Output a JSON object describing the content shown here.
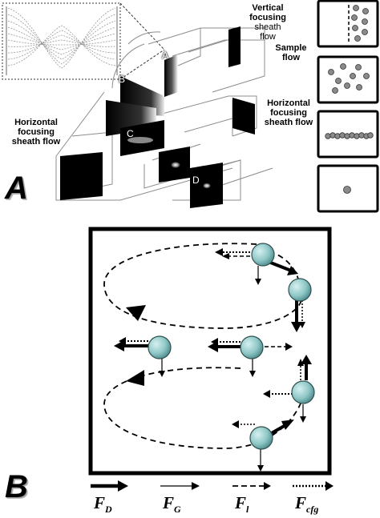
{
  "panel_a": {
    "letter": "A",
    "labels": {
      "vertical_sheath": [
        "Vertical",
        "focusing",
        "sheath",
        "flow"
      ],
      "sample_flow": [
        "Sample",
        "flow"
      ],
      "horizontal_sheath_left": [
        "Horizontal",
        "focusing",
        "sheath flow"
      ],
      "horizontal_sheath_right": [
        "Horizontal",
        "focusing",
        "sheath flow"
      ]
    },
    "stage_labels": [
      "A",
      "B",
      "C",
      "D"
    ]
  },
  "panel_b": {
    "letter": "B",
    "legend": [
      {
        "symbol": "F",
        "sub": "D",
        "style": "thick"
      },
      {
        "symbol": "F",
        "sub": "G",
        "style": "thin"
      },
      {
        "symbol": "F",
        "sub": "l",
        "style": "dashed"
      },
      {
        "symbol": "F",
        "sub": "cfg",
        "style": "dotted"
      }
    ]
  },
  "colors": {
    "particle": "#8fc7c7",
    "particle_edge": "#2f4f4f",
    "frame": "#000000",
    "grid_line": "#8c8c8c"
  }
}
